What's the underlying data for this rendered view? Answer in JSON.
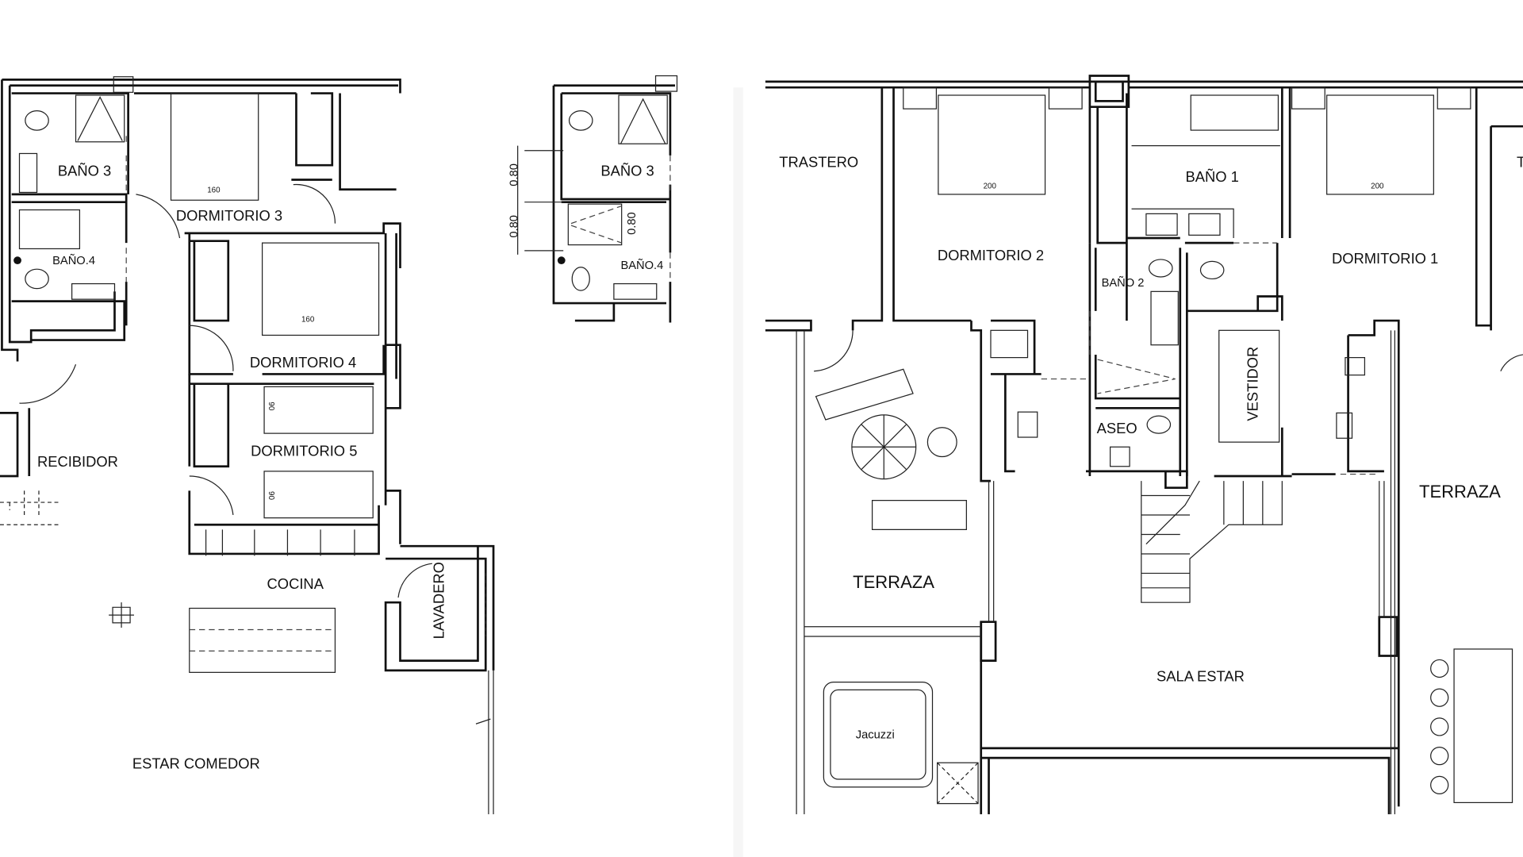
{
  "left_plan": {
    "rooms": {
      "bano3": "BAÑO  3",
      "dormitorio3": "DORMITORIO  3",
      "bed3": "160",
      "bano4": "BAÑO.4",
      "dormitorio4": "DORMITORIO  4",
      "bed4": "160",
      "dormitorio5": "DORMITORIO  5",
      "bed5a": "90",
      "bed5b": "90",
      "recibidor": "RECIBIDOR",
      "cocina": "COCINA",
      "lavadero": "LAVADERO",
      "estar_comedor": "ESTAR   COMEDOR"
    }
  },
  "detail_plan": {
    "rooms": {
      "bano3": "BAÑO  3",
      "bano4": "BAÑO.4"
    },
    "dimensions": [
      "0.80",
      "0.80",
      "0.80"
    ]
  },
  "right_plan": {
    "rooms": {
      "trastero": "TRASTERO",
      "dormitorio2": "DORMITORIO  2",
      "bed2": "200",
      "bano1": "BAÑO  1",
      "dormitorio1": "DORMITORIO  1",
      "bed1": "200",
      "bano2": "BAÑO  2",
      "vestidor": "VESTIDOR",
      "aseo": "ASEO",
      "terraza_left": "TERRAZA",
      "terraza_right": "TERRAZA",
      "sala_estar": "SALA   ESTAR",
      "jacuzzi": "Jacuzzi",
      "cut_label": "T"
    }
  }
}
